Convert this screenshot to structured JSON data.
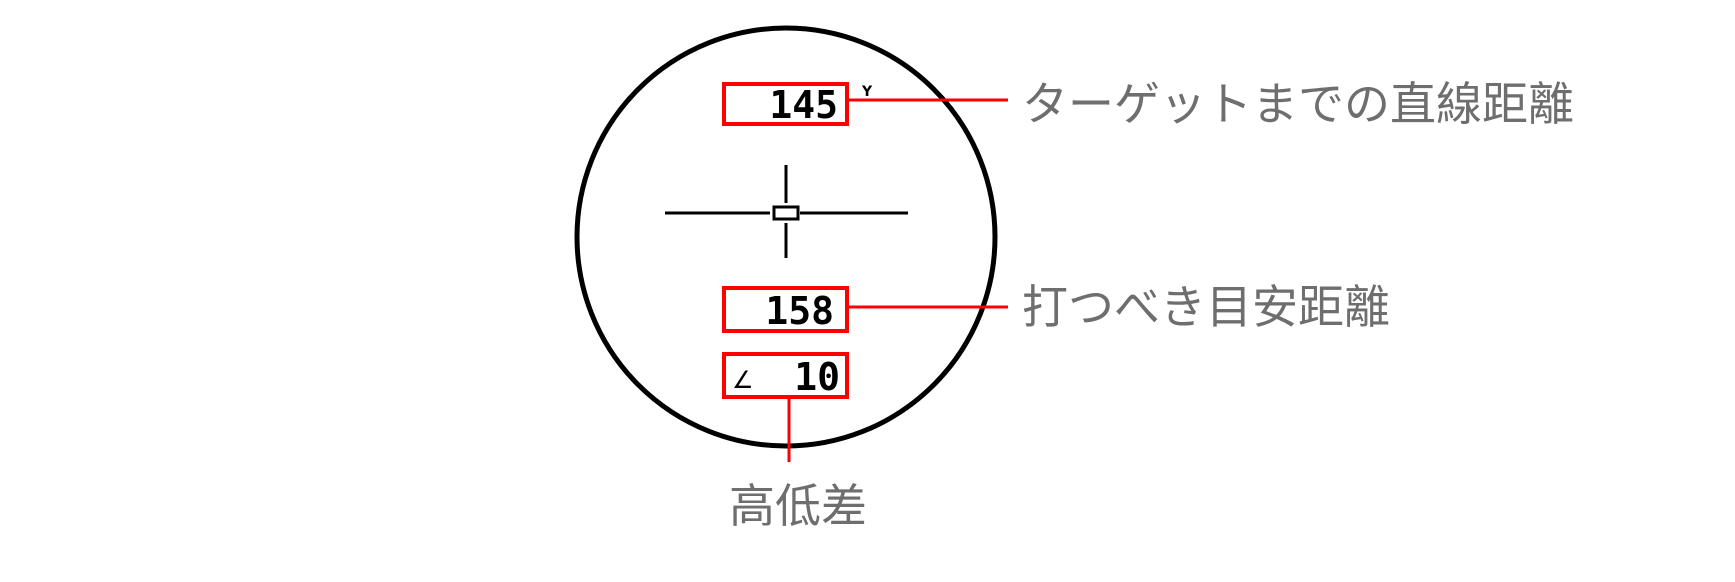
{
  "display": {
    "distance": "145",
    "unit": "Y",
    "recommended_distance": "158",
    "angle_symbol": "∠",
    "height_difference": "10"
  },
  "labels": {
    "straight_distance": "ターゲットまでの直線距離",
    "recommended_distance": "打つべき目安距離",
    "height_difference": "高低差"
  },
  "colors": {
    "highlight": "#ff0000",
    "label_text": "#6e6e6e",
    "reticle": "#000000"
  }
}
